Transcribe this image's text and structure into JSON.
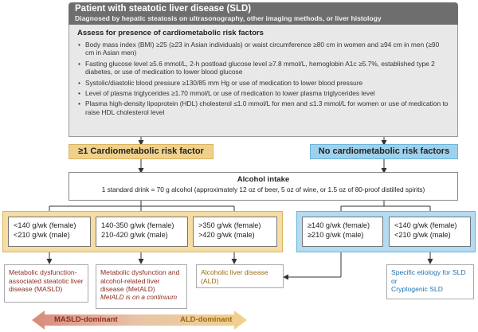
{
  "header": {
    "title": "Patient with steatotic liver disease (SLD)",
    "subtitle": "Diagnosed by hepatic steatosis on ultrasonography, other imaging methods, or liver histology"
  },
  "assess": {
    "title": "Assess for presence of cardiometabolic risk factors",
    "criteria": [
      "Body mass index (BMI) ≥25 (≥23 in Asian individuals) or waist circumference ≥80 cm in women and ≥94 cm in men (≥90 cm in Asian men)",
      "Fasting glucose level ≥5.6 mmol/L, 2-h postload glucose level ≥7.8 mmol/L, hemoglobin A1c ≥5.7%, established type 2 diabetes, or use of medication to lower blood glucose",
      "Systolic/diastolic blood pressure ≥130/85 mm Hg or use of medication to lower blood pressure",
      "Level of plasma triglycerides ≥1.70 mmol/L or use of medication to lower plasma triglycerides level",
      "Plasma high-density lipoprotein (HDL) cholesterol ≤1.0 mmol/L for men and ≤1.3 mmol/L for women or use of medication to raise HDL cholesterol level"
    ]
  },
  "branches": {
    "yes": "≥1 Cardiometabolic risk factor",
    "no": "No cardiometabolic risk factors"
  },
  "alcohol": {
    "title": "Alcohol intake",
    "definition": "1 standard drink = 70 g alcohol (approximately 12 oz of beer, 5 oz of wine, or 1.5 oz of 80-proof distilled spirits)"
  },
  "intake": {
    "low_yes": [
      "<140 g/wk (female)",
      "<210 g/wk (male)"
    ],
    "mid_yes": [
      "140-350 g/wk (female)",
      "210-420 g/wk (male)"
    ],
    "high_yes": [
      ">350 g/wk (female)",
      ">420 g/wk (male)"
    ],
    "high_no": [
      "≥140 g/wk (female)",
      "≥210 g/wk (male)"
    ],
    "low_no": [
      "<140 g/wk (female)",
      "<210 g/wk (male)"
    ]
  },
  "outcomes": {
    "masld": "Metabolic dysfunction-associated steatotic liver disease (MASLD)",
    "metald": "Metabolic dysfunction and alcohol-related liver disease (MetALD)",
    "metald_note": "MetALD is on a continuum",
    "ald": "Alcoholic liver disease (ALD)",
    "specific_1": "Specific etiology for SLD",
    "specific_or": "or",
    "specific_2": "Cryptogenic SLD"
  },
  "continuum": {
    "left": "MASLD-dominant",
    "right": "ALD-dominant"
  },
  "colors": {
    "header_gray": "#6e6e6e",
    "yes_gold": "#f0d18c",
    "no_blue": "#9fd1ec",
    "masld_red": "#8b2d22",
    "ald_gold": "#9a6b12",
    "other_blue": "#1f74b2"
  }
}
